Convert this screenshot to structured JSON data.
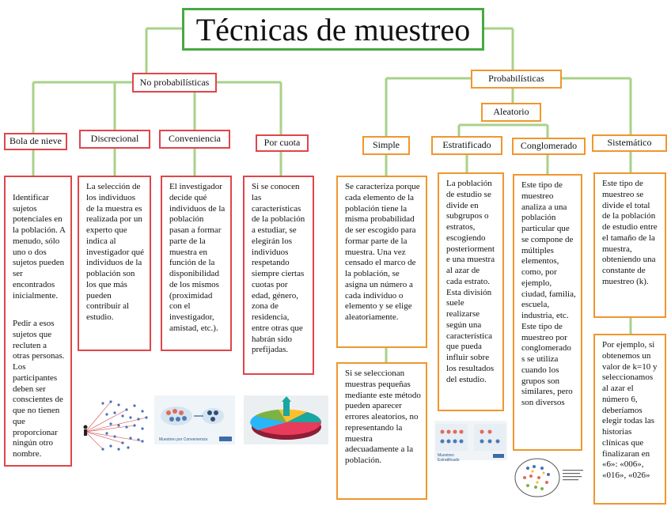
{
  "title": "Técnicas de muestreo",
  "branches": {
    "non_probabilistic": "No probabilísticas",
    "probabilistic": "Probabilísticas",
    "random": "Aleatorio"
  },
  "methods": {
    "bola_de_nieve": {
      "label": "Bola de nieve",
      "text": "Identificar sujetos potenciales en la población. A menudo, sólo uno o dos sujetos pueden ser encontrados inicialmente.",
      "text2": "Pedir a esos sujetos que recluten a otras personas. Los participantes deben ser conscientes de que no tienen que proporcionar ningún otro nombre."
    },
    "discrecional": {
      "label": "Discrecional",
      "text": "La selección de los individuos de la muestra es realizada por un experto que indica al investigador qué individuos de la población son los que más pueden contribuir al estudio."
    },
    "conveniencia": {
      "label": "Conveniencia",
      "text": "El investigador decide qué individuos de la población pasan a formar parte de la muestra en función de la disponibilidad de los mismos (proximidad con el investigador, amistad, etc.).",
      "image_caption": "Muestreo por Conveniencia"
    },
    "por_cuota": {
      "label": "Por cuota",
      "text": "Si se conocen las características de la población a estudiar, se elegirán los individuos respetando siempre ciertas cuotas por edad, género, zona de residencia, entre otras que habrán sido prefijadas."
    },
    "simple": {
      "label": "Simple",
      "text": "Se caracteriza porque cada elemento de la población tiene la misma probabilidad de ser escogido para formar parte de la muestra. Una vez censado el marco de la población, se asigna un número a cada individuo o elemento y se elige aleatoriamente.",
      "text2": "Si se seleccionan muestras pequeñas mediante este método pueden aparecer errores aleatorios, no representando la muestra adecuadamente a la población."
    },
    "estratificado": {
      "label": "Estratificado",
      "text": "La población de estudio se divide en subgrupos o estratos, escogiendo posteriorment e una muestra al azar de cada estrato. Esta división suele realizarse según una característica que pueda influir sobre los resultados del estudio.",
      "image_caption": "Muestreo Estratificado"
    },
    "conglomerado": {
      "label": "Conglomerado",
      "text": "Este tipo de muestreo analiza a una población particular que se compone de múltiples elementos, como, por ejemplo, ciudad, familia, escuela, industria, etc. Este tipo de muestreo por conglomerado s se utiliza cuando los grupos son similares, pero son diversos"
    },
    "sistematico": {
      "label": "Sistemático",
      "text": "Este tipo de muestreo se divide el total de la población de estudio entre el tamaño de la muestra, obteniendo una constante de muestreo (k).",
      "text2": "Por ejemplo, si obtenemos un valor de k=10 y seleccionamos al azar el número 6, deberíamos elegir todas las historias clínicas que finalizaran en «6»: «006», «016», «026»"
    }
  },
  "colors": {
    "title_border": "#48a942",
    "connector": "#a8d28a",
    "non_probabilistic_border": "#e0454a",
    "probabilistic_border": "#f0962e"
  },
  "icons": [
    "network-diagram-image",
    "conveniencia-illustration",
    "pie-chart-3d-image",
    "estratificado-illustration",
    "cluster-circle-image"
  ]
}
